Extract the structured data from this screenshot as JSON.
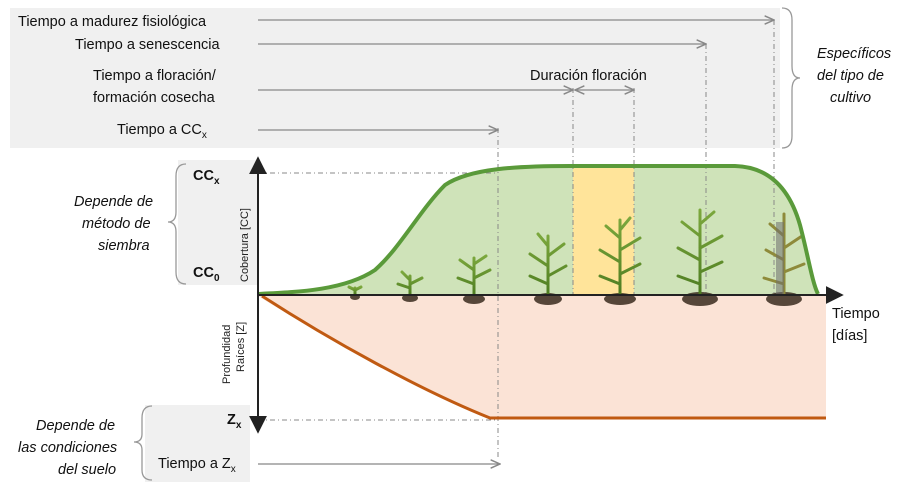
{
  "top_labels": {
    "maturity_pre": "Tiempo a madurez fisiológica",
    "senescence_pre": "Tiempo a senescencia",
    "flowering_line1": "Tiempo a floración/",
    "flowering_line2": "formación cosecha",
    "cc_time_pre": "Tiempo a CC",
    "cc_time_sub": "x",
    "flowering_duration": "Duración floración"
  },
  "crop_specific": {
    "line1": "Específicos",
    "line2": "del tipo de",
    "line3": "cultivo"
  },
  "sowing_note": {
    "line1": "Depende de",
    "line2": "método de",
    "line3": "siembra"
  },
  "soil_note": {
    "line1": "Depende de",
    "line2": "las condiciones",
    "line3": "del suelo"
  },
  "axis": {
    "ccx_main": "CC",
    "ccx_sub": "x",
    "cc0_main": "CC",
    "cc0_sub": "0",
    "zx_main": "Z",
    "zx_sub": "x",
    "cover_label": "Cobertura [CC]",
    "root_line1": "Profundidad",
    "root_line2": "Raíces [Z]",
    "time_line1": "Tiempo",
    "time_line2": "[días]",
    "zx_time_pre": "Tiempo a Z",
    "zx_time_sub": "x"
  },
  "colors": {
    "canopy_fill": "#cfe3b9",
    "canopy_line": "#5a9a3a",
    "root_fill": "#fbe3d6",
    "root_line": "#c05a12",
    "flowering_band": "#ffe49a",
    "panel_bg": "#f0f0f0"
  }
}
